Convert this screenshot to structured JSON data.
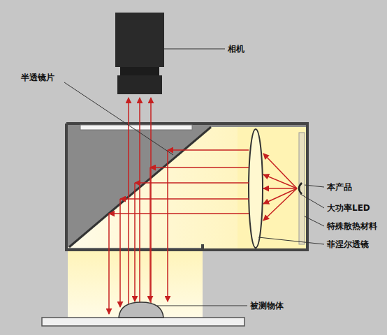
{
  "diagram": {
    "labels": [
      "相机",
      "半透镜片",
      "本产品",
      "大功率LED",
      "特殊散热材料",
      "菲涅尔透镜",
      "被测物体"
    ]
  }
}
